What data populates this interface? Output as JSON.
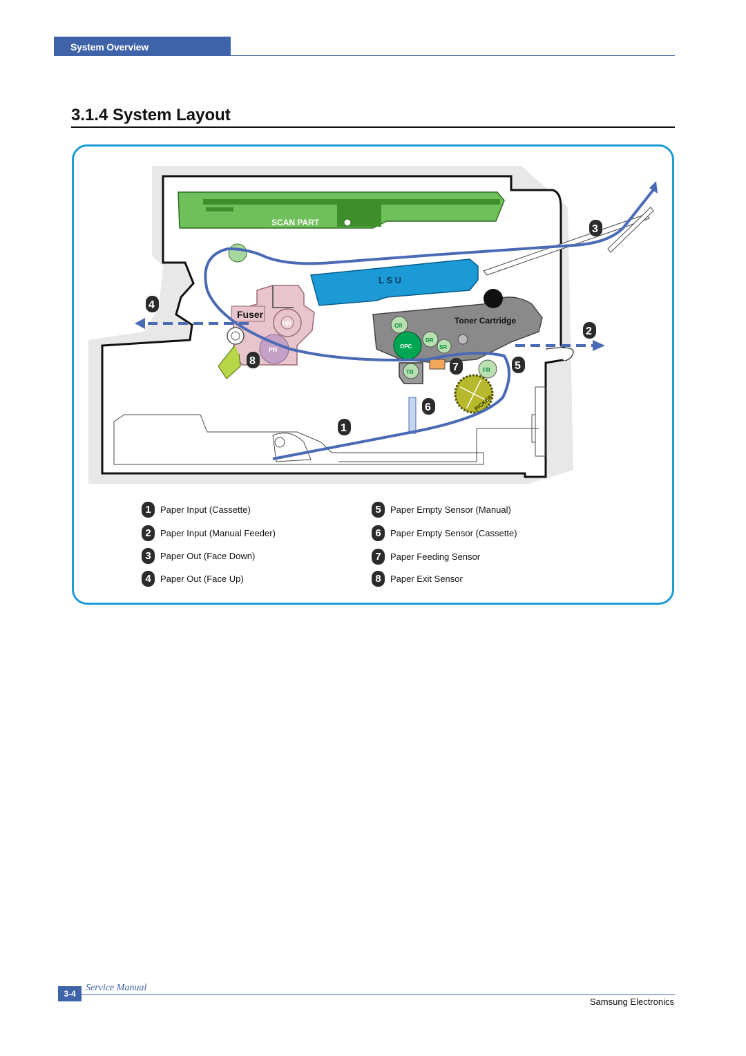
{
  "header": {
    "section_tab": "System Overview"
  },
  "page_title": "3.1.4 System Layout",
  "diagram": {
    "component_labels": {
      "scan_part": "SCAN PART",
      "lsu": "L S U",
      "fuser": "Fuser",
      "toner_cartridge": "Toner Cartridge",
      "hr": "HR",
      "pr": "PR",
      "cr": "CR",
      "opc": "OPC",
      "dr": "DR",
      "sr": "SR",
      "tr": "TR",
      "fr": "FR",
      "picker": "PICKER"
    },
    "callouts": [
      "1",
      "2",
      "3",
      "4",
      "5",
      "6",
      "7",
      "8"
    ],
    "colors": {
      "paper_path": "#4a6ab5",
      "scan_part": "#6fbf5a",
      "lsu": "#1b9ad6",
      "toner": "#8a8a8a",
      "fuser": "#e8c4cc",
      "panel_border": "#1b9ad6",
      "roller_green": "#00a651"
    }
  },
  "legend": [
    {
      "num": "1",
      "label": "Paper Input (Cassette)"
    },
    {
      "num": "2",
      "label": "Paper Input (Manual Feeder)"
    },
    {
      "num": "3",
      "label": "Paper Out (Face Down)"
    },
    {
      "num": "4",
      "label": "Paper Out (Face Up)"
    },
    {
      "num": "5",
      "label": "Paper Empty Sensor (Manual)"
    },
    {
      "num": "6",
      "label": "Paper Empty Sensor (Cassette)"
    },
    {
      "num": "7",
      "label": "Paper Feeding Sensor"
    },
    {
      "num": "8",
      "label": "Paper Exit Sensor"
    }
  ],
  "footer": {
    "page_number": "3-4",
    "doc_label": "Service Manual",
    "company": "Samsung Electronics"
  }
}
